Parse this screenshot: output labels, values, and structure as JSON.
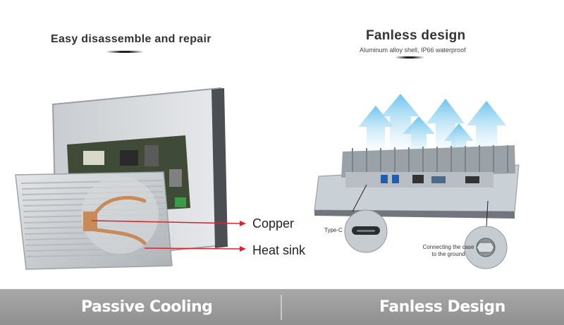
{
  "left": {
    "title": "Easy disassemble and repair",
    "copper_label": "Copper",
    "heatsink_label": "Heat sink"
  },
  "right": {
    "title": "Fanless design",
    "subtitle": "Aluminum alloy shell, IP66 waterproof",
    "typec_label": "Type-C",
    "ground_label": "Connecting the case to the ground"
  },
  "bottom_bar": {
    "left_label": "Passive Cooling",
    "right_label": "Fanless Design"
  },
  "colors": {
    "arrow": "#d8242c",
    "airflow": "#7fc6ea",
    "bar": "#9a9a9a"
  }
}
